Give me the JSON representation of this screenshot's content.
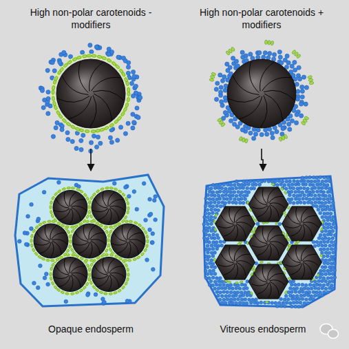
{
  "diagram": {
    "nodes": [
      {
        "text": [
          "High non-polar carotenoids - modifiers"
        ]
      },
      {
        "text": [
          "High non-polar carotenoids + modifiers"
        ]
      },
      {
        "text": [
          "Opaque endosperm"
        ]
      },
      {
        "text": [
          "Vitreous endosperm"
        ]
      }
    ],
    "edges": [
      {
        "from": 0,
        "to": 2,
        "arrow": "to"
      },
      {
        "from": 1,
        "to": 3,
        "arrow": "to"
      }
    ]
  }
}
